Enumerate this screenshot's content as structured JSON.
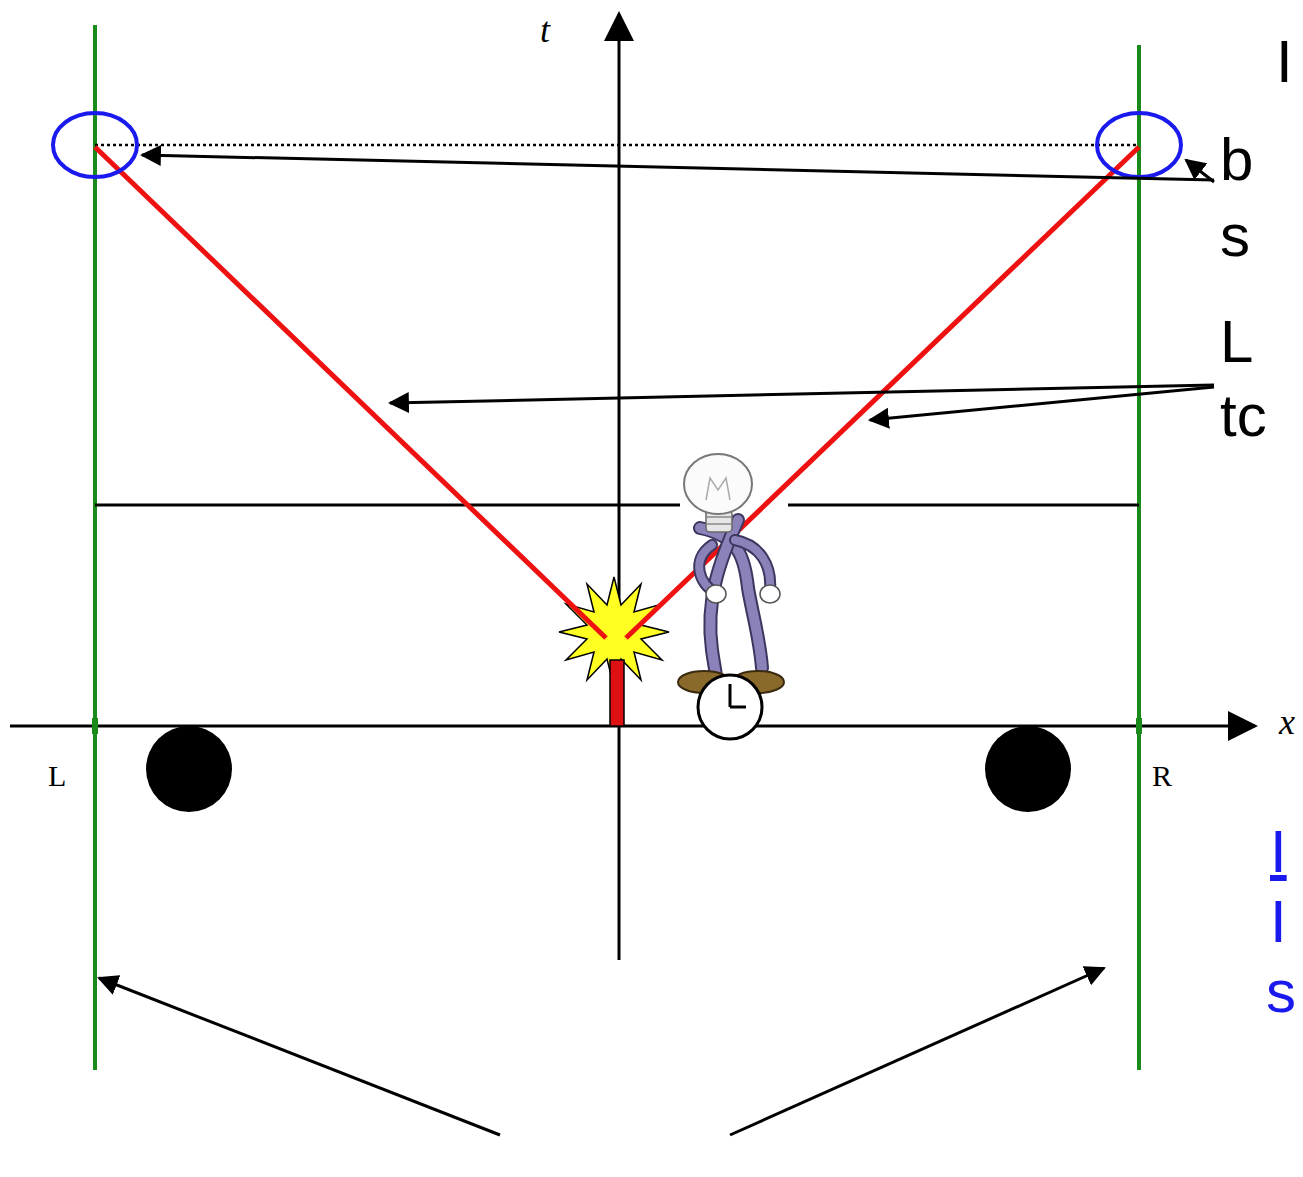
{
  "diagram": {
    "labels": [
      "t",
      "x",
      "L",
      "R",
      "I",
      "b",
      "s",
      "L",
      "tc",
      "I",
      "I",
      "s"
    ]
  }
}
